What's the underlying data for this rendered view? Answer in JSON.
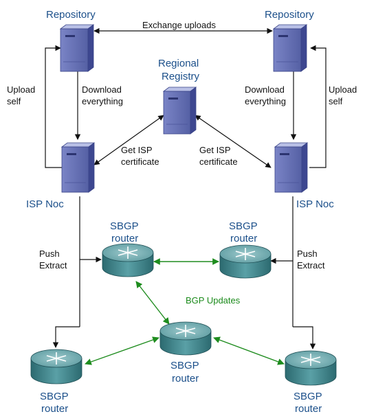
{
  "nodes": {
    "repo_left": {
      "label": "Repository"
    },
    "repo_right": {
      "label": "Repository"
    },
    "registry": {
      "label_line1": "Regional",
      "label_line2": "Registry"
    },
    "noc_left": {
      "label": "ISP Noc"
    },
    "noc_right": {
      "label": "ISP Noc"
    },
    "router_top_left": {
      "label_line1": "SBGP",
      "label_line2": "router"
    },
    "router_top_right": {
      "label_line1": "SBGP",
      "label_line2": "router"
    },
    "router_center": {
      "label_line1": "SBGP",
      "label_line2": "router"
    },
    "router_bottom_left": {
      "label_line1": "SBGP",
      "label_line2": "router"
    },
    "router_bottom_right": {
      "label_line1": "SBGP",
      "label_line2": "router"
    }
  },
  "edge_labels": {
    "exchange_uploads": "Exchange uploads",
    "upload_self_left": [
      "Upload",
      "self"
    ],
    "upload_self_right": [
      "Upload",
      "self"
    ],
    "download_left": [
      "Download",
      "everything"
    ],
    "download_right": [
      "Download",
      "everything"
    ],
    "get_cert_left": [
      "Get ISP",
      "certificate"
    ],
    "get_cert_right": [
      "Get ISP",
      "certificate"
    ],
    "push_extract_left": [
      "Push",
      "Extract"
    ],
    "push_extract_right": [
      "Push",
      "Extract"
    ],
    "bgp_updates": "BGP Updates"
  },
  "colors": {
    "node_label": "#1b4f8a",
    "edge_label": "#111111",
    "bgp_link": "#1e8c1e",
    "server_body": "#6a74b4",
    "router_body": "#4a8a90"
  }
}
